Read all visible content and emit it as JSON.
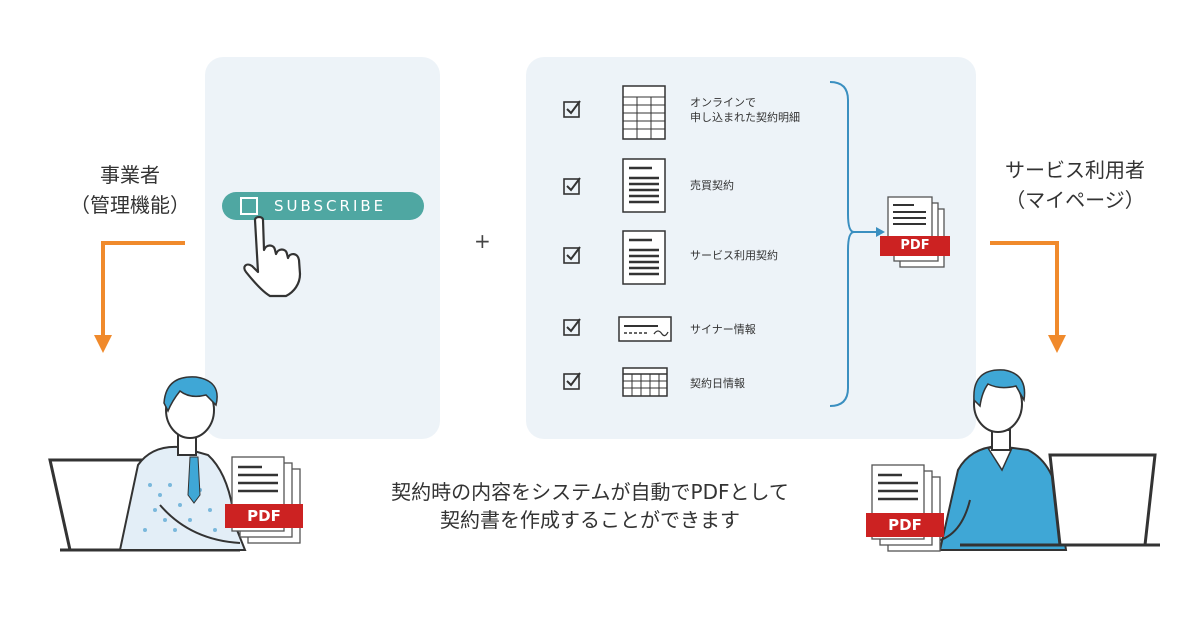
{
  "roles": {
    "provider": {
      "line1": "事業者",
      "line2": "（管理機能）"
    },
    "user": {
      "line1": "サービス利用者",
      "line2": "（マイページ）"
    }
  },
  "subscribe": {
    "label": "SUBSCRIBE"
  },
  "plus": "+",
  "documents": [
    {
      "line1": "オンラインで",
      "line2": "申し込まれた契約明細",
      "icon": "spreadsheet-icon"
    },
    {
      "line1": "売買契約",
      "icon": "document-icon"
    },
    {
      "line1": "サービス利用契約",
      "icon": "document-icon"
    },
    {
      "line1": "サイナー情報",
      "icon": "signature-card-icon"
    },
    {
      "line1": "契約日情報",
      "icon": "calendar-icon"
    }
  ],
  "pdf": {
    "label": "PDF"
  },
  "caption": {
    "line1": "契約時の内容をシステムが自動でPDFとして",
    "line2": "契約書を作成することができます"
  },
  "colors": {
    "panel": "#edf3f8",
    "accent_orange": "#f08a2c",
    "teal": "#4fa7a2",
    "bracket_blue": "#3a8fc0",
    "pdf_red": "#cc2222",
    "person_blue": "#3fa7d6"
  }
}
